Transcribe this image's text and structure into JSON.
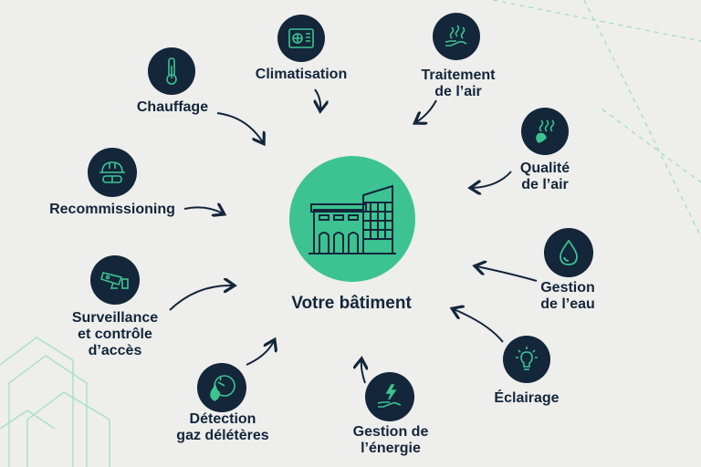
{
  "center": {
    "label": "Votre bâtiment"
  },
  "nodes": [
    {
      "id": "climatisation",
      "lines": [
        "Climatisation"
      ],
      "icon": "air-conditioner-icon"
    },
    {
      "id": "traitement",
      "lines": [
        "Traitement",
        "de l’air"
      ],
      "icon": "hand-vapor-icon"
    },
    {
      "id": "chauffage",
      "lines": [
        "Chauffage"
      ],
      "icon": "thermometer-icon"
    },
    {
      "id": "qualite",
      "lines": [
        "Qualité",
        "de l’air"
      ],
      "icon": "air-quality-icon"
    },
    {
      "id": "recommissioning",
      "lines": [
        "Recommissioning"
      ],
      "icon": "hard-hat-icon"
    },
    {
      "id": "eau",
      "lines": [
        "Gestion",
        "de l’eau"
      ],
      "icon": "water-drop-icon"
    },
    {
      "id": "surveillance",
      "lines": [
        "Surveillance",
        "et contrôle",
        "d’accès"
      ],
      "icon": "security-camera-icon"
    },
    {
      "id": "eclairage",
      "lines": [
        "Éclairage"
      ],
      "icon": "light-bulb-icon"
    },
    {
      "id": "detection",
      "lines": [
        "Détection",
        "gaz délétères"
      ],
      "icon": "gas-detector-icon"
    },
    {
      "id": "energie",
      "lines": [
        "Gestion de",
        "l’énergie"
      ],
      "icon": "energy-hand-icon"
    }
  ],
  "colors": {
    "dark": "#13263a",
    "accent": "#3cc391",
    "background": "#eeeeec"
  }
}
